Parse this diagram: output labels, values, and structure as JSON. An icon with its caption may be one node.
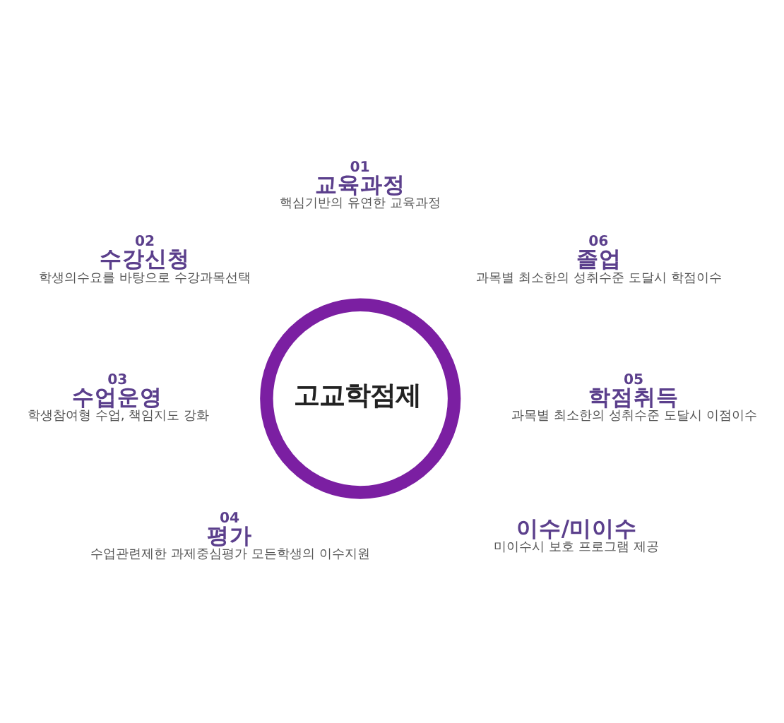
{
  "diagram": {
    "nodes": [
      {
        "text": [
          "고교학점제"
        ]
      },
      {
        "text": [
          "01",
          "교육과정",
          "핵심기반의 유연한 교육과정"
        ]
      },
      {
        "text": [
          "02",
          "수강신청",
          "학생의수요를 바탕으로 수강과목선택"
        ]
      },
      {
        "text": [
          "03",
          "수업운영",
          "학생참여형 수업, 책임지도 강화"
        ]
      },
      {
        "text": [
          "04",
          "평가",
          "수업관련제한 과제중심평가 모든학생의 이수지원"
        ]
      },
      {
        "text": [
          "이수/미이수",
          "미이수시 보호 프로그램 제공"
        ]
      },
      {
        "text": [
          "05",
          "학점취득",
          "과목별 최소한의 성취수준 도달시 이점이수"
        ]
      },
      {
        "text": [
          "06",
          "졸업",
          "과목별 최소한의 성취수준 도달시 학점이수"
        ]
      }
    ],
    "edges": []
  }
}
